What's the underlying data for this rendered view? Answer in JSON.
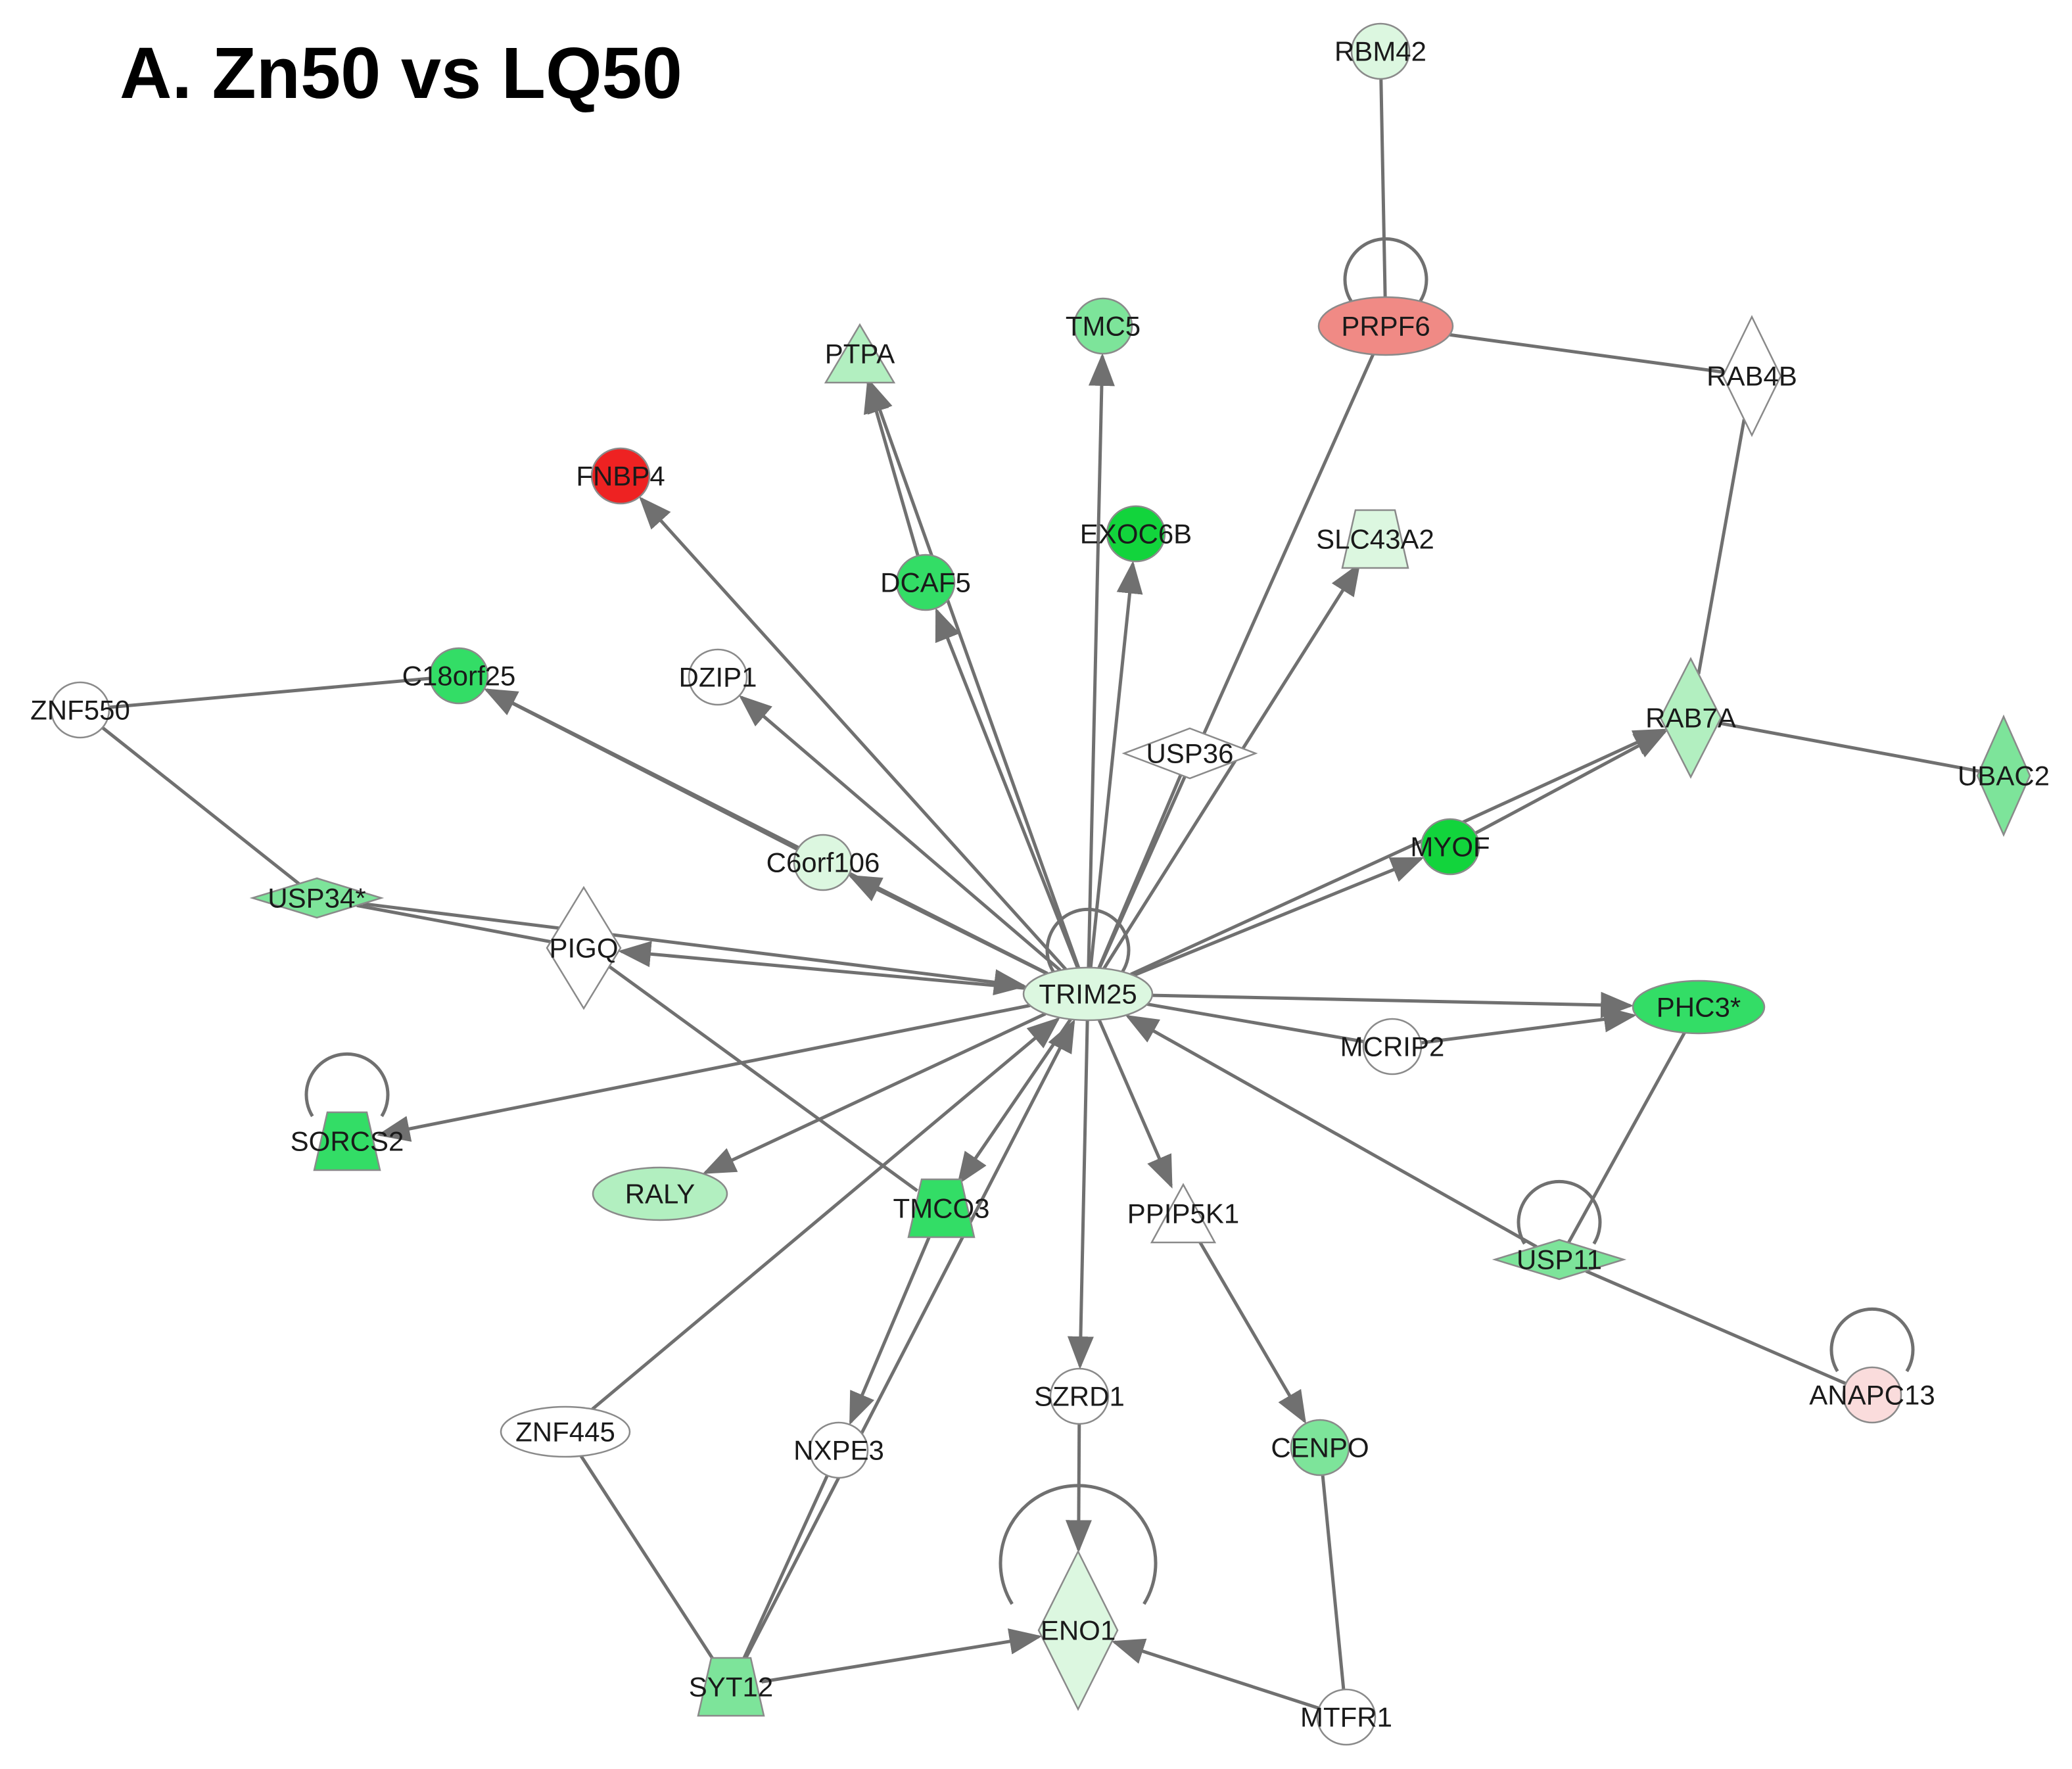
{
  "title": "A. Zn50 vs LQ50",
  "colors": {
    "white": "#ffffff",
    "green_pale": "#dcf7e0",
    "green_light": "#b2efc0",
    "green_mid": "#7de49a",
    "green_strong": "#33dd66",
    "green_vivid": "#12d43c",
    "red_strong": "#ee2222",
    "red_light": "#f08a85",
    "red_pale": "#fadcdc",
    "edge": "#707070"
  },
  "nodes": [
    {
      "id": "RBM42",
      "label": "RBM42",
      "shape": "circle",
      "color": "green_pale"
    },
    {
      "id": "PRPF6",
      "label": "PRPF6",
      "shape": "ellipse",
      "color": "red_light",
      "self_loop": true
    },
    {
      "id": "RAB4B",
      "label": "RAB4B",
      "shape": "diamond",
      "color": "white"
    },
    {
      "id": "TMC5",
      "label": "TMC5",
      "shape": "circle",
      "color": "green_mid"
    },
    {
      "id": "PTPA",
      "label": "PTPA",
      "shape": "triangle",
      "color": "green_light"
    },
    {
      "id": "FNBP4",
      "label": "FNBP4",
      "shape": "circle",
      "color": "red_strong"
    },
    {
      "id": "EXOC6B",
      "label": "EXOC6B",
      "shape": "circle",
      "color": "green_vivid"
    },
    {
      "id": "SLC43A2",
      "label": "SLC43A2",
      "shape": "trapezoid",
      "color": "green_pale"
    },
    {
      "id": "DCAF5",
      "label": "DCAF5",
      "shape": "circle",
      "color": "green_strong"
    },
    {
      "id": "C18orf25",
      "label": "C18orf25",
      "shape": "circle",
      "color": "green_strong"
    },
    {
      "id": "DZIP1",
      "label": "DZIP1",
      "shape": "circle",
      "color": "white"
    },
    {
      "id": "ZNF550",
      "label": "ZNF550",
      "shape": "circle",
      "color": "white"
    },
    {
      "id": "USP36",
      "label": "USP36",
      "shape": "diamond",
      "color": "white"
    },
    {
      "id": "RAB7A",
      "label": "RAB7A",
      "shape": "diamond",
      "color": "green_light"
    },
    {
      "id": "UBAC2",
      "label": "UBAC2",
      "shape": "diamond",
      "color": "green_mid"
    },
    {
      "id": "MYOF",
      "label": "MYOF",
      "shape": "circle",
      "color": "green_vivid"
    },
    {
      "id": "C6orf106",
      "label": "C6orf106",
      "shape": "circle",
      "color": "green_pale"
    },
    {
      "id": "USP34",
      "label": "USP34*",
      "shape": "diamond",
      "color": "green_mid"
    },
    {
      "id": "PIGQ",
      "label": "PIGQ",
      "shape": "diamond",
      "color": "white"
    },
    {
      "id": "TRIM25",
      "label": "TRIM25",
      "shape": "ellipse",
      "color": "green_pale",
      "self_loop": true
    },
    {
      "id": "PHC3",
      "label": "PHC3*",
      "shape": "ellipse",
      "color": "green_strong"
    },
    {
      "id": "MCRIP2",
      "label": "MCRIP2",
      "shape": "circle",
      "color": "white"
    },
    {
      "id": "SORCS2",
      "label": "SORCS2",
      "shape": "trapezoid",
      "color": "green_strong",
      "self_loop": true
    },
    {
      "id": "RALY",
      "label": "RALY",
      "shape": "ellipse",
      "color": "green_light"
    },
    {
      "id": "TMCO3",
      "label": "TMCO3",
      "shape": "trapezoid",
      "color": "green_strong"
    },
    {
      "id": "PPIP5K1",
      "label": "PPIP5K1",
      "shape": "triangle",
      "color": "white"
    },
    {
      "id": "USP11",
      "label": "USP11",
      "shape": "diamond",
      "color": "green_mid",
      "self_loop": true
    },
    {
      "id": "ANAPC13",
      "label": "ANAPC13",
      "shape": "circle",
      "color": "red_pale",
      "self_loop": true
    },
    {
      "id": "SZRD1",
      "label": "SZRD1",
      "shape": "circle",
      "color": "white"
    },
    {
      "id": "ZNF445",
      "label": "ZNF445",
      "shape": "ellipse",
      "color": "white"
    },
    {
      "id": "NXPE3",
      "label": "NXPE3",
      "shape": "circle",
      "color": "white"
    },
    {
      "id": "CENPO",
      "label": "CENPO",
      "shape": "circle",
      "color": "green_mid"
    },
    {
      "id": "ENO1",
      "label": "ENO1",
      "shape": "diamond",
      "color": "green_pale",
      "self_loop": true
    },
    {
      "id": "SYT12",
      "label": "SYT12",
      "shape": "trapezoid",
      "color": "green_mid"
    },
    {
      "id": "MTFR1",
      "label": "MTFR1",
      "shape": "circle",
      "color": "white"
    }
  ],
  "edges": [
    {
      "from": "TRIM25",
      "to": "TMC5",
      "arrow": "to"
    },
    {
      "from": "TRIM25",
      "to": "PTPA",
      "arrow": "to"
    },
    {
      "from": "TRIM25",
      "to": "FNBP4",
      "arrow": "to"
    },
    {
      "from": "TRIM25",
      "to": "EXOC6B",
      "arrow": "to"
    },
    {
      "from": "TRIM25",
      "to": "SLC43A2",
      "arrow": "to"
    },
    {
      "from": "TRIM25",
      "to": "DCAF5",
      "arrow": "to"
    },
    {
      "from": "TRIM25",
      "to": "C18orf25",
      "arrow": "to"
    },
    {
      "from": "TRIM25",
      "to": "DZIP1",
      "arrow": "to"
    },
    {
      "from": "TRIM25",
      "to": "PRPF6",
      "arrow": "none"
    },
    {
      "from": "TRIM25",
      "to": "USP36",
      "arrow": "none"
    },
    {
      "from": "TRIM25",
      "to": "RAB7A",
      "arrow": "to"
    },
    {
      "from": "TRIM25",
      "to": "MYOF",
      "arrow": "to"
    },
    {
      "from": "TRIM25",
      "to": "C6orf106",
      "arrow": "to"
    },
    {
      "from": "TRIM25",
      "to": "PIGQ",
      "arrow": "to"
    },
    {
      "from": "USP34",
      "to": "TRIM25",
      "arrow": "to"
    },
    {
      "from": "TRIM25",
      "to": "PHC3",
      "arrow": "to"
    },
    {
      "from": "TRIM25",
      "to": "MCRIP2",
      "arrow": "none"
    },
    {
      "from": "TRIM25",
      "to": "SORCS2",
      "arrow": "to"
    },
    {
      "from": "TRIM25",
      "to": "RALY",
      "arrow": "to"
    },
    {
      "from": "TRIM25",
      "to": "TMCO3",
      "arrow": "to"
    },
    {
      "from": "TRIM25",
      "to": "PPIP5K1",
      "arrow": "to"
    },
    {
      "from": "USP11",
      "to": "TRIM25",
      "arrow": "to"
    },
    {
      "from": "TRIM25",
      "to": "SZRD1",
      "arrow": "to"
    },
    {
      "from": "ZNF445",
      "to": "TRIM25",
      "arrow": "to"
    },
    {
      "from": "SYT12",
      "to": "TRIM25",
      "arrow": "to"
    },
    {
      "from": "RBM42",
      "to": "PRPF6",
      "arrow": "none"
    },
    {
      "from": "PRPF6",
      "to": "RAB4B",
      "arrow": "none"
    },
    {
      "from": "RAB4B",
      "to": "RAB7A",
      "arrow": "none"
    },
    {
      "from": "RAB7A",
      "to": "UBAC2",
      "arrow": "none"
    },
    {
      "from": "MYOF",
      "to": "RAB7A",
      "arrow": "to"
    },
    {
      "from": "DCAF5",
      "to": "PTPA",
      "arrow": "to"
    },
    {
      "from": "ZNF550",
      "to": "C18orf25",
      "arrow": "none"
    },
    {
      "from": "ZNF550",
      "to": "USP34",
      "arrow": "none"
    },
    {
      "from": "C6orf106",
      "to": "C18orf25",
      "arrow": "to"
    },
    {
      "from": "USP34",
      "to": "PIGQ",
      "arrow": "none"
    },
    {
      "from": "PIGQ",
      "to": "TMCO3",
      "arrow": "none"
    },
    {
      "from": "MCRIP2",
      "to": "PHC3",
      "arrow": "to"
    },
    {
      "from": "PHC3",
      "to": "USP11",
      "arrow": "none"
    },
    {
      "from": "USP11",
      "to": "ANAPC13",
      "arrow": "none"
    },
    {
      "from": "TMCO3",
      "to": "NXPE3",
      "arrow": "to"
    },
    {
      "from": "PPIP5K1",
      "to": "CENPO",
      "arrow": "to"
    },
    {
      "from": "SZRD1",
      "to": "ENO1",
      "arrow": "to"
    },
    {
      "from": "ZNF445",
      "to": "SYT12",
      "arrow": "none"
    },
    {
      "from": "NXPE3",
      "to": "SYT12",
      "arrow": "none"
    },
    {
      "from": "SYT12",
      "to": "ENO1",
      "arrow": "to"
    },
    {
      "from": "MTFR1",
      "to": "ENO1",
      "arrow": "to"
    },
    {
      "from": "CENPO",
      "to": "MTFR1",
      "arrow": "none"
    }
  ]
}
